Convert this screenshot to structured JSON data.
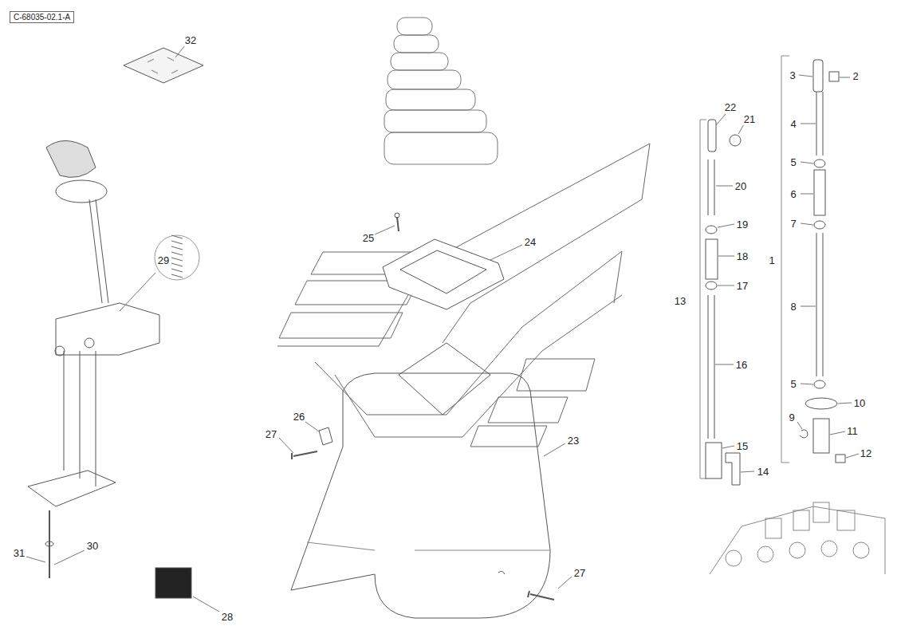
{
  "diagram": {
    "nodes": [
      {
        "text": [
          "C-68035-02.1-A"
        ]
      }
    ],
    "labels": [
      "32",
      "22",
      "21",
      "3",
      "2",
      "4",
      "5",
      "6",
      "7",
      "1",
      "8",
      "5",
      "10",
      "9",
      "11",
      "12",
      "20",
      "19",
      "18",
      "17",
      "13",
      "16",
      "15",
      "14",
      "25",
      "24",
      "29",
      "26",
      "27",
      "23",
      "27",
      "31",
      "30",
      "28"
    ]
  }
}
